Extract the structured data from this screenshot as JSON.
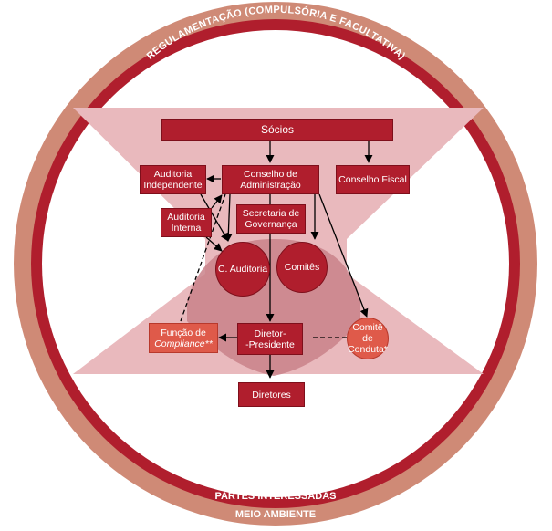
{
  "ring": {
    "top_label": "REGULAMENTAÇÃO (COMPULSÓRIA E FACULTATIVA)",
    "bottom_label_1": "PARTES INTERESSADAS",
    "bottom_label_2": "MEIO AMBIENTE"
  },
  "nodes": {
    "socios": "Sócios",
    "auditoria_independente": "Auditoria\nIndependente",
    "conselho_administracao": "Conselho de\nAdministração",
    "conselho_fiscal": "Conselho Fiscal",
    "auditoria_interna": "Auditoria\nInterna",
    "secretaria_governanca": "Secretaria de\nGovernança",
    "c_auditoria": "C. Auditoria",
    "comites": "Comitês",
    "funcao_compliance_1": "Função de",
    "funcao_compliance_2": "Compliance**",
    "diretor_presidente": "Diretor-\n-Presidente",
    "comite_conduta": "Comitê de\nConduta*",
    "diretores": "Diretores"
  },
  "colors": {
    "outer_ring": "#cf8a76",
    "inner_ring": "#b01e2d",
    "node": "#b01e2d",
    "node_light": "#df5a4a",
    "hourglass": "#e9b9bd",
    "hourglass_overlap": "#c98189"
  }
}
